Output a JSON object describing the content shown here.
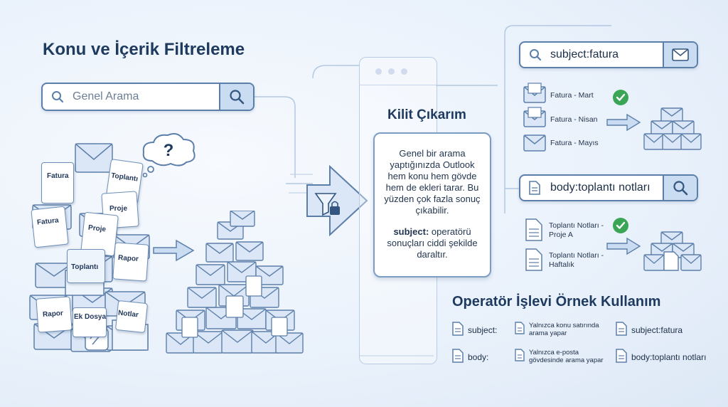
{
  "title": "Konu ve İçerik Filtreleme",
  "general_search": {
    "placeholder": "Genel Arama"
  },
  "pile_labels": [
    "Fatura",
    "Toplantı",
    "Fatura",
    "Proje",
    "Proje",
    "Rapor",
    "Toplantı",
    "Rapor",
    "Ek Dosya",
    "Notlar"
  ],
  "question_mark": "?",
  "key_insight": {
    "title": "Kilit Çıkarım",
    "body": "Genel bir arama yaptığınızda Outlook hem konu hem gövde hem de ekleri tarar. Bu yüzden çok fazla sonuç çıkabilir.",
    "operator": "subject:",
    "operator_text": "operatörü sonuçları ciddi şekilde daraltır."
  },
  "subject_search": {
    "query": "subject:fatura",
    "results": [
      "Fatura - Mart",
      "Fatura - Nisan",
      "Fatura - Mayıs"
    ]
  },
  "body_search": {
    "query": "body:toplantı notları",
    "results": [
      "Toplantı Notları - Proje A",
      "Toplantı Notları - Haftalık"
    ]
  },
  "operator_table": {
    "title": "Operatör İşlevi Örnek Kullanım",
    "rows": [
      {
        "operator": "subject:",
        "function": "Yalnızca konu satırında arama yapar",
        "example": "subject:fatura"
      },
      {
        "operator": "body:",
        "function": "Yalnızca e-posta gövdesinde arama yapar",
        "example": "body:toplantı notları"
      }
    ]
  },
  "colors": {
    "accent": "#5c7faa",
    "button": "#c9dcf2",
    "check": "#3aa655",
    "title": "#1e3a5f"
  },
  "icons": [
    "search-icon",
    "envelope-icon",
    "document-icon",
    "funnel-icon",
    "lock-icon",
    "checkmark-icon",
    "arrow-right-icon",
    "thought-cloud-icon",
    "paperclip-icon",
    "folder-icon"
  ]
}
